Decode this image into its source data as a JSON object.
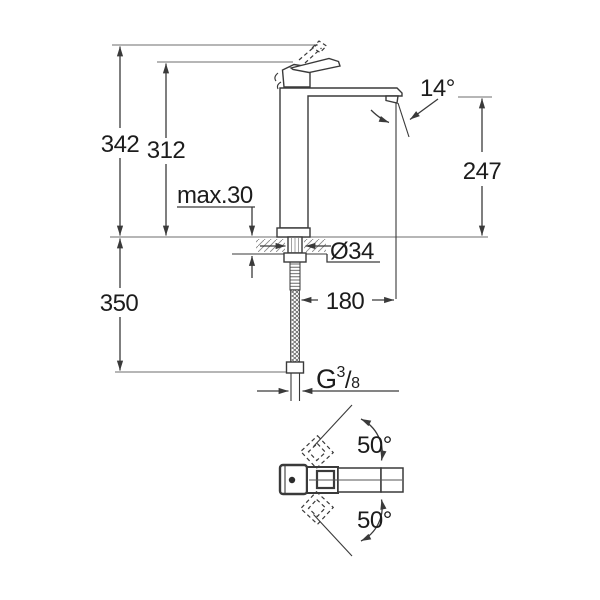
{
  "drawing": {
    "kind": "faucet-dimensional-drawing",
    "subject": "single-lever high-spout basin mixer, side view and top view",
    "colors": {
      "line": "#3a3a3a",
      "reference_line": "#8a8a8a",
      "text": "#1c1c1c",
      "background": "#ffffff"
    },
    "side_view": {
      "overall_height": "342",
      "height_to_lever": "312",
      "max_deck_thickness": "max.30",
      "below_deck_length": "350",
      "spout_height": "247",
      "spout_angle": "14°",
      "mounting_hole_diameter": "Ø34",
      "spout_projection": "180",
      "thread": {
        "letter": "G",
        "numerator": "3",
        "slash": "/",
        "denominator": "8"
      }
    },
    "top_view": {
      "handle_swivel_up": "50°",
      "handle_swivel_down": "50°"
    }
  }
}
